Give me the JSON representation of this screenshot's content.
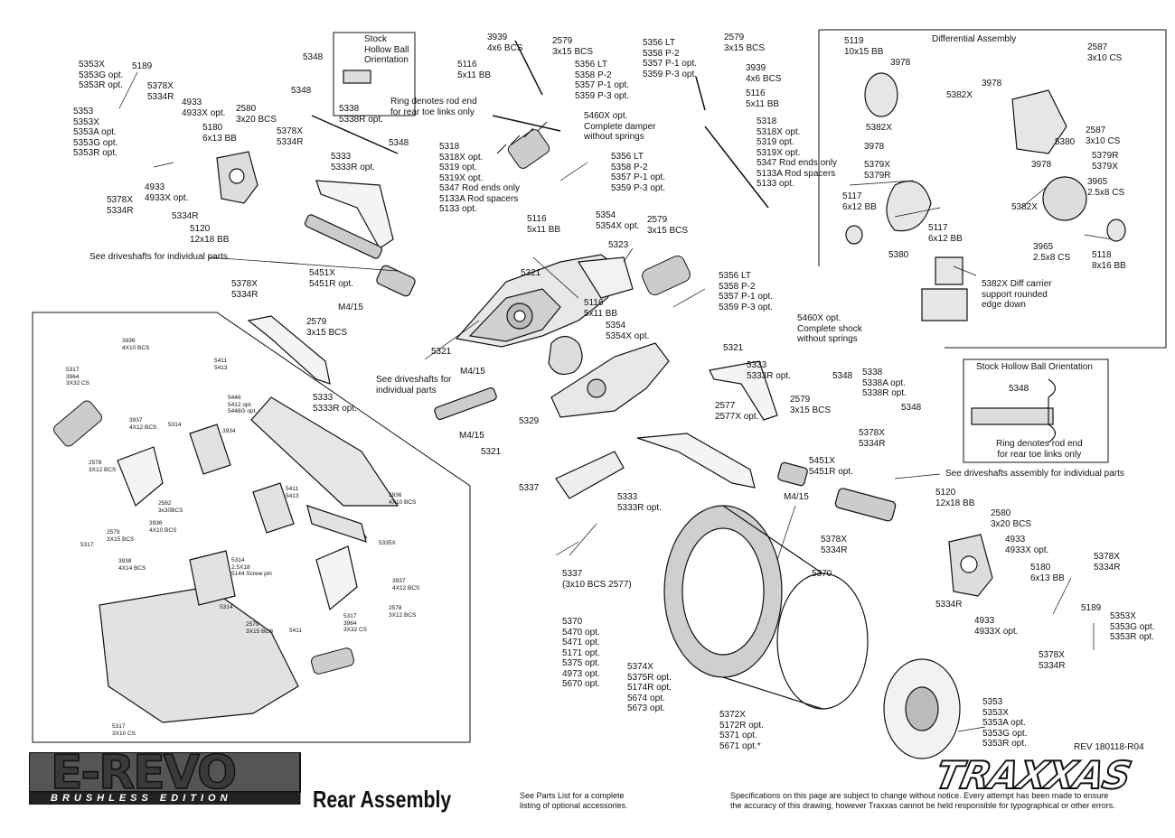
{
  "doc": {
    "title": "Rear Assembly",
    "logo": "E-REVO",
    "logo_sub": "BRUSHLESS EDITION",
    "brand": "TRAXXAS",
    "rev": "REV 180118-R04",
    "see_list": "See Parts List for a complete\nlisting of optional accessories.",
    "disclaimer": "Specifications on this page are subject to change without notice. Every attempt has been made to ensure\nthe accuracy of this drawing, however Traxxas cannot be held responsible for typographical or other errors."
  },
  "insets": {
    "diff_title": "Differential Assembly",
    "ball_small_title": "Stock\nHollow Ball\nOrientation",
    "ball_large_title": "Stock Hollow Ball Orientation",
    "ring_note": "Ring denotes rod end\nfor rear toe links only",
    "ring_note2": "Ring denotes rod end\nfor rear toe links only",
    "diff_support": "5382X Diff carrier\nsupport rounded\nedge down"
  },
  "labels": [
    {
      "id": "l1",
      "t": "3939\n4x6 BCS"
    },
    {
      "id": "l2",
      "t": "2579\n3x15 BCS"
    },
    {
      "id": "l3",
      "t": "5356 LT\n5358 P-2\n5357 P-1 opt.\n5359 P-3 opt."
    },
    {
      "id": "l4",
      "t": "2579\n3x15 BCS"
    },
    {
      "id": "l5",
      "t": "5116\n5x11 BB"
    },
    {
      "id": "l6",
      "t": "5356 LT\n5358 P-2\n5357 P-1 opt.\n5359 P-3 opt."
    },
    {
      "id": "l7",
      "t": "3939\n4x6 BCS"
    },
    {
      "id": "l8",
      "t": "5116\n5x11 BB"
    },
    {
      "id": "l9",
      "t": "5353X\n5353G opt.\n5353R opt."
    },
    {
      "id": "l10",
      "t": "5189"
    },
    {
      "id": "l11",
      "t": "5378X\n5334R"
    },
    {
      "id": "l12",
      "t": "4933\n4933X opt."
    },
    {
      "id": "l13",
      "t": "2580\n3x20 BCS"
    },
    {
      "id": "l14",
      "t": "5348"
    },
    {
      "id": "l15",
      "t": "5348"
    },
    {
      "id": "l16",
      "t": "5338\n5338R opt."
    },
    {
      "id": "l17",
      "t": "5353\n5353X\n5353A opt.\n5353G opt.\n5353R opt."
    },
    {
      "id": "l18",
      "t": "5180\n6x13 BB"
    },
    {
      "id": "l19",
      "t": "5378X\n5334R"
    },
    {
      "id": "l20",
      "t": "5348"
    },
    {
      "id": "l21",
      "t": "5460X opt.\nComplete damper\nwithout springs"
    },
    {
      "id": "l22",
      "t": "5318\n5318X opt.\n5319 opt.\n5319X opt.\n5347 Rod ends only\n5133A Rod spacers\n5133 opt."
    },
    {
      "id": "l23",
      "t": "5318\n5318X opt.\n5319 opt.\n5319X opt.\n5347 Rod ends only\n5133A Rod spacers\n5133 opt."
    },
    {
      "id": "l24",
      "t": "5333\n5333R opt."
    },
    {
      "id": "l25",
      "t": "5356 LT\n5358 P-2\n5357 P-1 opt.\n5359 P-3 opt."
    },
    {
      "id": "l26",
      "t": "4933\n4933X opt."
    },
    {
      "id": "l27",
      "t": "5378X\n5334R"
    },
    {
      "id": "l28",
      "t": "5334R"
    },
    {
      "id": "l29",
      "t": "5120\n12x18 BB"
    },
    {
      "id": "l30",
      "t": "5116\n5x11 BB"
    },
    {
      "id": "l31",
      "t": "5354\n5354X opt."
    },
    {
      "id": "l32",
      "t": "2579\n3x15 BCS"
    },
    {
      "id": "l33",
      "t": "5323"
    },
    {
      "id": "l34",
      "t": "See driveshafts for individual parts"
    },
    {
      "id": "l35",
      "t": "5451X\n5451R opt."
    },
    {
      "id": "l36",
      "t": "5321"
    },
    {
      "id": "l37",
      "t": "5116\n5x11 BB"
    },
    {
      "id": "l38",
      "t": "5356 LT\n5358 P-2\n5357 P-1 opt.\n5359 P-3 opt."
    },
    {
      "id": "l39",
      "t": "5378X\n5334R"
    },
    {
      "id": "l40",
      "t": "M4/15"
    },
    {
      "id": "l41",
      "t": "2579\n3x15 BCS"
    },
    {
      "id": "l42",
      "t": "5354\n5354X opt."
    },
    {
      "id": "l43",
      "t": "5460X opt.\nComplete shock\nwithout springs"
    },
    {
      "id": "l44",
      "t": "5321"
    },
    {
      "id": "l45",
      "t": "5321"
    },
    {
      "id": "l46",
      "t": "M4/15"
    },
    {
      "id": "l47",
      "t": "See driveshafts for\nindividual parts"
    },
    {
      "id": "l48",
      "t": "5333\n5333R opt."
    },
    {
      "id": "l49",
      "t": "5348"
    },
    {
      "id": "l50",
      "t": "5338\n5338A opt.\n5338R opt."
    },
    {
      "id": "l51",
      "t": "5348"
    },
    {
      "id": "l52",
      "t": "5348"
    },
    {
      "id": "l53",
      "t": "5333\n5333R opt."
    },
    {
      "id": "l54",
      "t": "2577\n2577X opt."
    },
    {
      "id": "l55",
      "t": "5329"
    },
    {
      "id": "l56",
      "t": "M4/15"
    },
    {
      "id": "l57",
      "t": "2579\n3x15 BCS"
    },
    {
      "id": "l58",
      "t": "5321"
    },
    {
      "id": "l59",
      "t": "5378X\n5334R"
    },
    {
      "id": "l60",
      "t": "5451X\n5451R opt."
    },
    {
      "id": "l61",
      "t": "See driveshafts assembly for individual parts"
    },
    {
      "id": "l62",
      "t": "5337"
    },
    {
      "id": "l63",
      "t": "5333\n5333R opt."
    },
    {
      "id": "l64",
      "t": "M4/15"
    },
    {
      "id": "l65",
      "t": "5120\n12x18 BB"
    },
    {
      "id": "l66",
      "t": "2580\n3x20 BCS"
    },
    {
      "id": "l67",
      "t": "5378X\n5334R"
    },
    {
      "id": "l68",
      "t": "4933\n4933X opt."
    },
    {
      "id": "l69",
      "t": "5378X\n5334R"
    },
    {
      "id": "l70",
      "t": "5180\n6x13 BB"
    },
    {
      "id": "l71",
      "t": "5337\n(3x10 BCS 2577)"
    },
    {
      "id": "l72",
      "t": "5370"
    },
    {
      "id": "l73",
      "t": "5334R"
    },
    {
      "id": "l74",
      "t": "5189"
    },
    {
      "id": "l75",
      "t": "5370\n5470 opt.\n5471 opt.\n5171 opt.\n5375 opt.\n4973 opt.\n5670 opt."
    },
    {
      "id": "l76",
      "t": "5374X\n5375R opt.\n5174R opt.\n5674 opt.\n5673 opt."
    },
    {
      "id": "l77",
      "t": "4933\n4933X opt."
    },
    {
      "id": "l78",
      "t": "5353X\n5353G opt.\n5353R opt."
    },
    {
      "id": "l79",
      "t": "5378X\n5334R"
    },
    {
      "id": "l80",
      "t": "5372X\n5172R opt.\n5371 opt.\n5671 opt.*"
    },
    {
      "id": "l81",
      "t": "5353\n5353X\n5353A opt.\n5353G opt.\n5353R opt."
    },
    {
      "id": "d1",
      "t": "5119\n10x15 BB"
    },
    {
      "id": "d2",
      "t": "3978"
    },
    {
      "id": "d3",
      "t": "3978"
    },
    {
      "id": "d4",
      "t": "2587\n3x10 CS"
    },
    {
      "id": "d5",
      "t": "5382X"
    },
    {
      "id": "d6",
      "t": "5382X"
    },
    {
      "id": "d7",
      "t": "2587\n3x10 CS"
    },
    {
      "id": "d8",
      "t": "3978"
    },
    {
      "id": "d9",
      "t": "5380"
    },
    {
      "id": "d10",
      "t": "5379X\n5379R"
    },
    {
      "id": "d11",
      "t": "3978"
    },
    {
      "id": "d12",
      "t": "5379R\n5379X"
    },
    {
      "id": "d13",
      "t": "3965\n2.5x8 CS"
    },
    {
      "id": "d14",
      "t": "5117\n6x12 BB"
    },
    {
      "id": "d15",
      "t": "5382X"
    },
    {
      "id": "d16",
      "t": "5117\n6x12 BB"
    },
    {
      "id": "d17",
      "t": "3965\n2.5x8 CS"
    },
    {
      "id": "d18",
      "t": "5380"
    },
    {
      "id": "d19",
      "t": "5118\n8x16 BB"
    },
    {
      "id": "d20",
      "t": "5348"
    },
    {
      "id": "d21",
      "t": "5348"
    }
  ],
  "small_labels": [
    {
      "id": "s1",
      "t": "3936\n4X10 BCS"
    },
    {
      "id": "s2",
      "t": "5317\n3964\n3X32 CS"
    },
    {
      "id": "s3",
      "t": "5411\n5413"
    },
    {
      "id": "s4",
      "t": "5446\n5412 opt.\n5446G opt."
    },
    {
      "id": "s5",
      "t": "3937\n4X12 BCS"
    },
    {
      "id": "s6",
      "t": "5314"
    },
    {
      "id": "s7",
      "t": "3934"
    },
    {
      "id": "s8",
      "t": "2578\n3X12 BCS"
    },
    {
      "id": "s9",
      "t": "5411\n5413"
    },
    {
      "id": "s10",
      "t": "3936\n4X10 BCS"
    },
    {
      "id": "s11",
      "t": "2582\n3x30BCS"
    },
    {
      "id": "s12",
      "t": "3936\n4X10 BCS"
    },
    {
      "id": "s13",
      "t": "2579\n3X15 BCS"
    },
    {
      "id": "s14",
      "t": "5335X"
    },
    {
      "id": "s15",
      "t": "3938\n4X14 BCS"
    },
    {
      "id": "s16",
      "t": "5317"
    },
    {
      "id": "s17",
      "t": "5314\n2.5X18\n5144 Screw pin"
    },
    {
      "id": "s18",
      "t": "3937\n4X12 BCS"
    },
    {
      "id": "s19",
      "t": "5314"
    },
    {
      "id": "s20",
      "t": "2578\n3X12 BCS"
    },
    {
      "id": "s21",
      "t": "5317\n3964\n3X32 CS"
    },
    {
      "id": "s22",
      "t": "2579\n3X15 BCS"
    },
    {
      "id": "s23",
      "t": "5411"
    },
    {
      "id": "s24",
      "t": "5317\n3X10 CS"
    }
  ]
}
